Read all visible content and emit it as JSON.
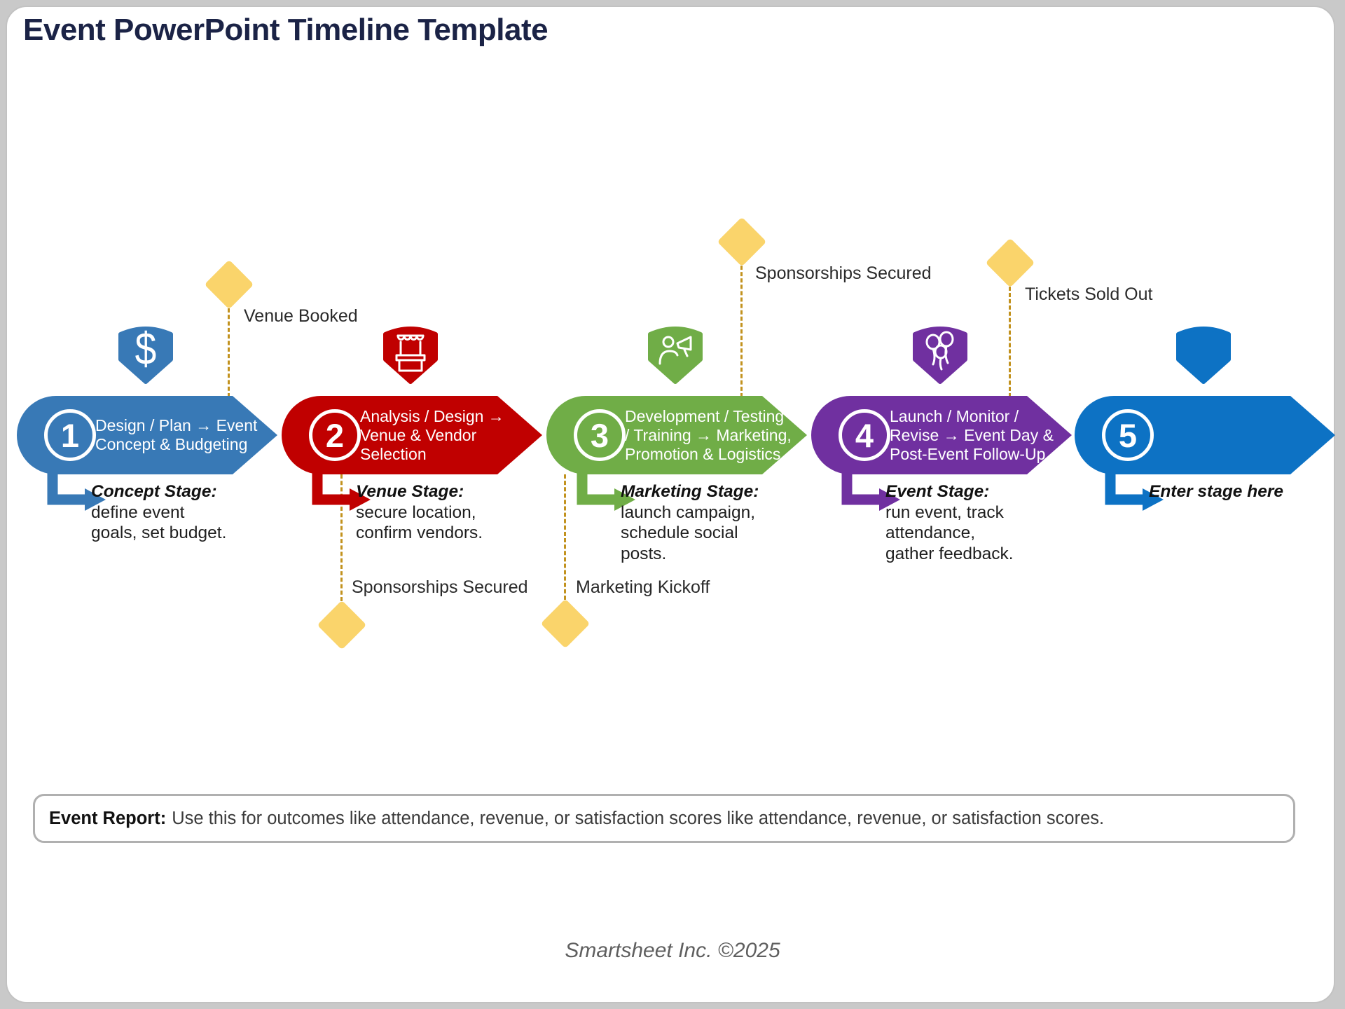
{
  "title": "Event PowerPoint Timeline Template",
  "footer": "Smartsheet Inc. ©2025",
  "report": {
    "label": "Event Report:",
    "text": "Use this for outcomes like attendance, revenue, or satisfaction scores like attendance, revenue, or satisfaction scores."
  },
  "colors": {
    "title_navy": "#1b2346",
    "diamond": "#fad46b",
    "dash": "#c2921e",
    "stage1_blue": "#3879b6",
    "stage2_red": "#c00000",
    "stage3_green": "#70ad47",
    "stage4_purple": "#7030a0",
    "stage5_blue": "#0d72c4"
  },
  "stages": [
    {
      "number": "1",
      "color": "#3879b6",
      "icon": "dollar-icon",
      "icon_glyph": "$",
      "bar_lines": [
        "Design / Plan → Event",
        "Concept & Budgeting"
      ],
      "label": "Concept Stage:",
      "desc_lines": [
        "define event",
        "goals, set budget."
      ]
    },
    {
      "number": "2",
      "color": "#c00000",
      "icon": "market-stall-icon",
      "bar_lines": [
        "Analysis / Design →",
        "Venue & Vendor",
        "Selection"
      ],
      "label": "Venue Stage:",
      "desc_lines": [
        "secure location,",
        "confirm vendors."
      ]
    },
    {
      "number": "3",
      "color": "#70ad47",
      "icon": "megaphone-icon",
      "bar_lines": [
        "Development / Testing",
        "/ Training → Marketing,",
        "Promotion & Logistics"
      ],
      "label": "Marketing Stage:",
      "desc_lines": [
        "launch campaign,",
        "schedule social",
        "posts."
      ]
    },
    {
      "number": "4",
      "color": "#7030a0",
      "icon": "balloons-icon",
      "bar_lines": [
        "Launch / Monitor /",
        "Revise → Event Day &",
        "Post-Event Follow-Up"
      ],
      "label": "Event Stage:",
      "desc_lines": [
        "run event, track",
        "attendance,",
        "gather feedback."
      ]
    },
    {
      "number": "5",
      "color": "#0d72c4",
      "icon": "blank-icon",
      "bar_lines": [],
      "label": "Enter stage here",
      "desc_lines": []
    }
  ],
  "milestones": [
    {
      "label": "Venue Booked",
      "position": "top"
    },
    {
      "label": "Sponsorships Secured",
      "position": "bottom"
    },
    {
      "label": "Marketing Kickoff",
      "position": "bottom"
    },
    {
      "label": "Sponsorships Secured",
      "position": "top"
    },
    {
      "label": "Tickets Sold Out",
      "position": "top"
    }
  ]
}
